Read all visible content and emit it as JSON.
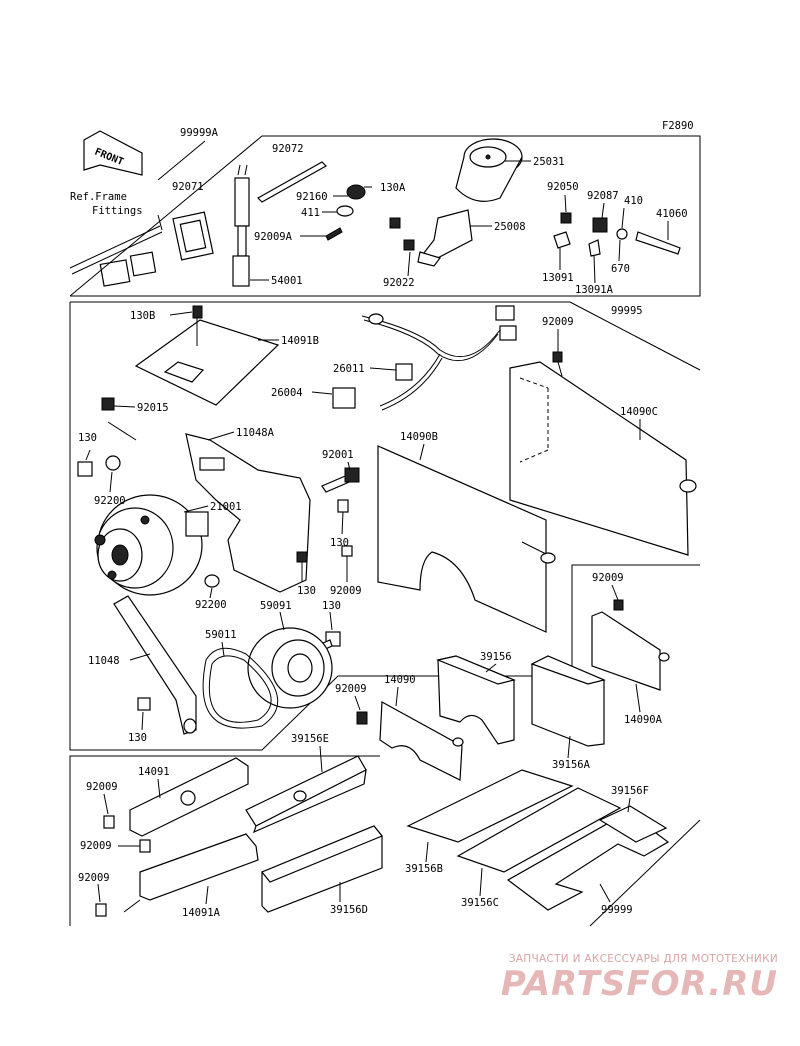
{
  "figure_code": "F2890",
  "direction_label": "FRONT",
  "ref_note": [
    "Ref.Frame",
    "Fittings"
  ],
  "parts": {
    "p99999A": "99999A",
    "p92072": "92072",
    "p92071": "92071",
    "p92160": "92160",
    "p130A": "130A",
    "p411": "411",
    "p92009A": "92009A",
    "p54001": "54001",
    "p25031": "25031",
    "p25008": "25008",
    "p92022": "92022",
    "p92050": "92050",
    "p92087": "92087",
    "p410": "410",
    "p41060": "41060",
    "p13091": "13091",
    "p13091A": "13091A",
    "p670": "670",
    "p130B": "130B",
    "p14091B": "14091B",
    "p92015": "92015",
    "p26011": "26011",
    "p26004": "26004",
    "p11048A": "11048A",
    "p130_1": "130",
    "p92200_1": "92200",
    "p21001": "21001",
    "p92001": "92001",
    "p130_2": "130",
    "p130_3": "130",
    "p92009_1": "92009",
    "p14090B": "14090B",
    "p92009_2": "92009",
    "p99995": "99995",
    "p14090C": "14090C",
    "p92200_2": "92200",
    "p59091": "59091",
    "p130_4": "130",
    "p59011": "59011",
    "p11048": "11048",
    "p130_5": "130",
    "p92009_3": "92009",
    "p14090": "14090",
    "p39156": "39156",
    "p92009_4": "92009",
    "p14090A": "14090A",
    "p39156A": "39156A",
    "p39156E": "39156E",
    "p14091": "14091",
    "p92009_5": "92009",
    "p92009_6": "92009",
    "p92009_7": "92009",
    "p14091A": "14091A",
    "p39156D": "39156D",
    "p39156B": "39156B",
    "p39156C": "39156C",
    "p39156F": "39156F",
    "p99999": "99999"
  },
  "watermark": {
    "top_line": "ЗАПЧАСТИ И АКСЕССУАРЫ ДЛЯ МОТОТЕХНИКИ",
    "brand": "PARTSFOR.RU"
  },
  "colors": {
    "ink": "#000000",
    "watermark": "#e6b7b7"
  }
}
